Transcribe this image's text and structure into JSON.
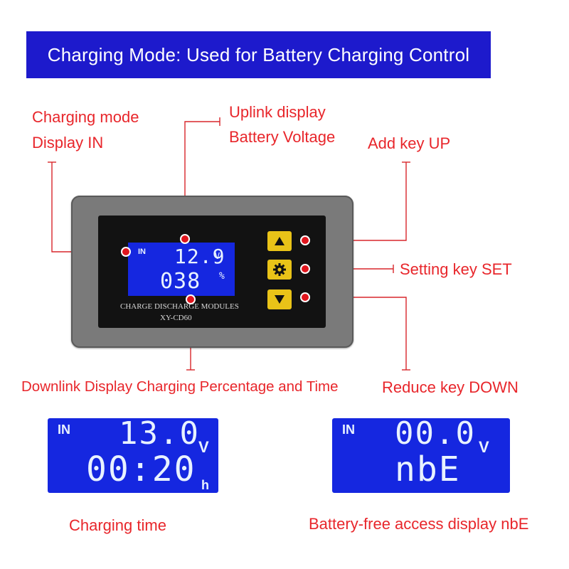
{
  "banner": {
    "title": "Charging Mode: Used for Battery Charging Control"
  },
  "labels": {
    "charging_mode_1": "Charging mode",
    "charging_mode_2": "Display IN",
    "uplink_1": "Uplink display",
    "uplink_2": "Battery Voltage",
    "add_key": "Add key UP",
    "set_key": "Setting key SET",
    "reduce_key": "Reduce key DOWN",
    "downlink": "Downlink Display Charging Percentage and Time",
    "charging_time": "Charging time",
    "battery_free": "Battery-free access display nbE"
  },
  "device": {
    "lcd": {
      "in_label": "IN",
      "line1": "12.9",
      "line1_unit": "V",
      "line2": "038",
      "line2_unit": "%"
    },
    "panel_text_1": "CHARGE DISCHARGE MODULES",
    "panel_text_2": "XY-CD60",
    "key_icons": [
      "up-triangle-icon",
      "gear-icon",
      "down-triangle-icon"
    ]
  },
  "display_examples": [
    {
      "in_label": "IN",
      "line1": "13.0",
      "line1_unit": "V",
      "line2": "00:20",
      "line2_unit": "h"
    },
    {
      "in_label": "IN",
      "line1": "00.0",
      "line1_unit": "V",
      "line2": "nbE",
      "line2_unit": ""
    }
  ],
  "colors": {
    "banner": "#1d1acc",
    "label_red": "#e8262b",
    "lcd_blue": "#1527e0",
    "key_yellow": "#e9c318"
  }
}
